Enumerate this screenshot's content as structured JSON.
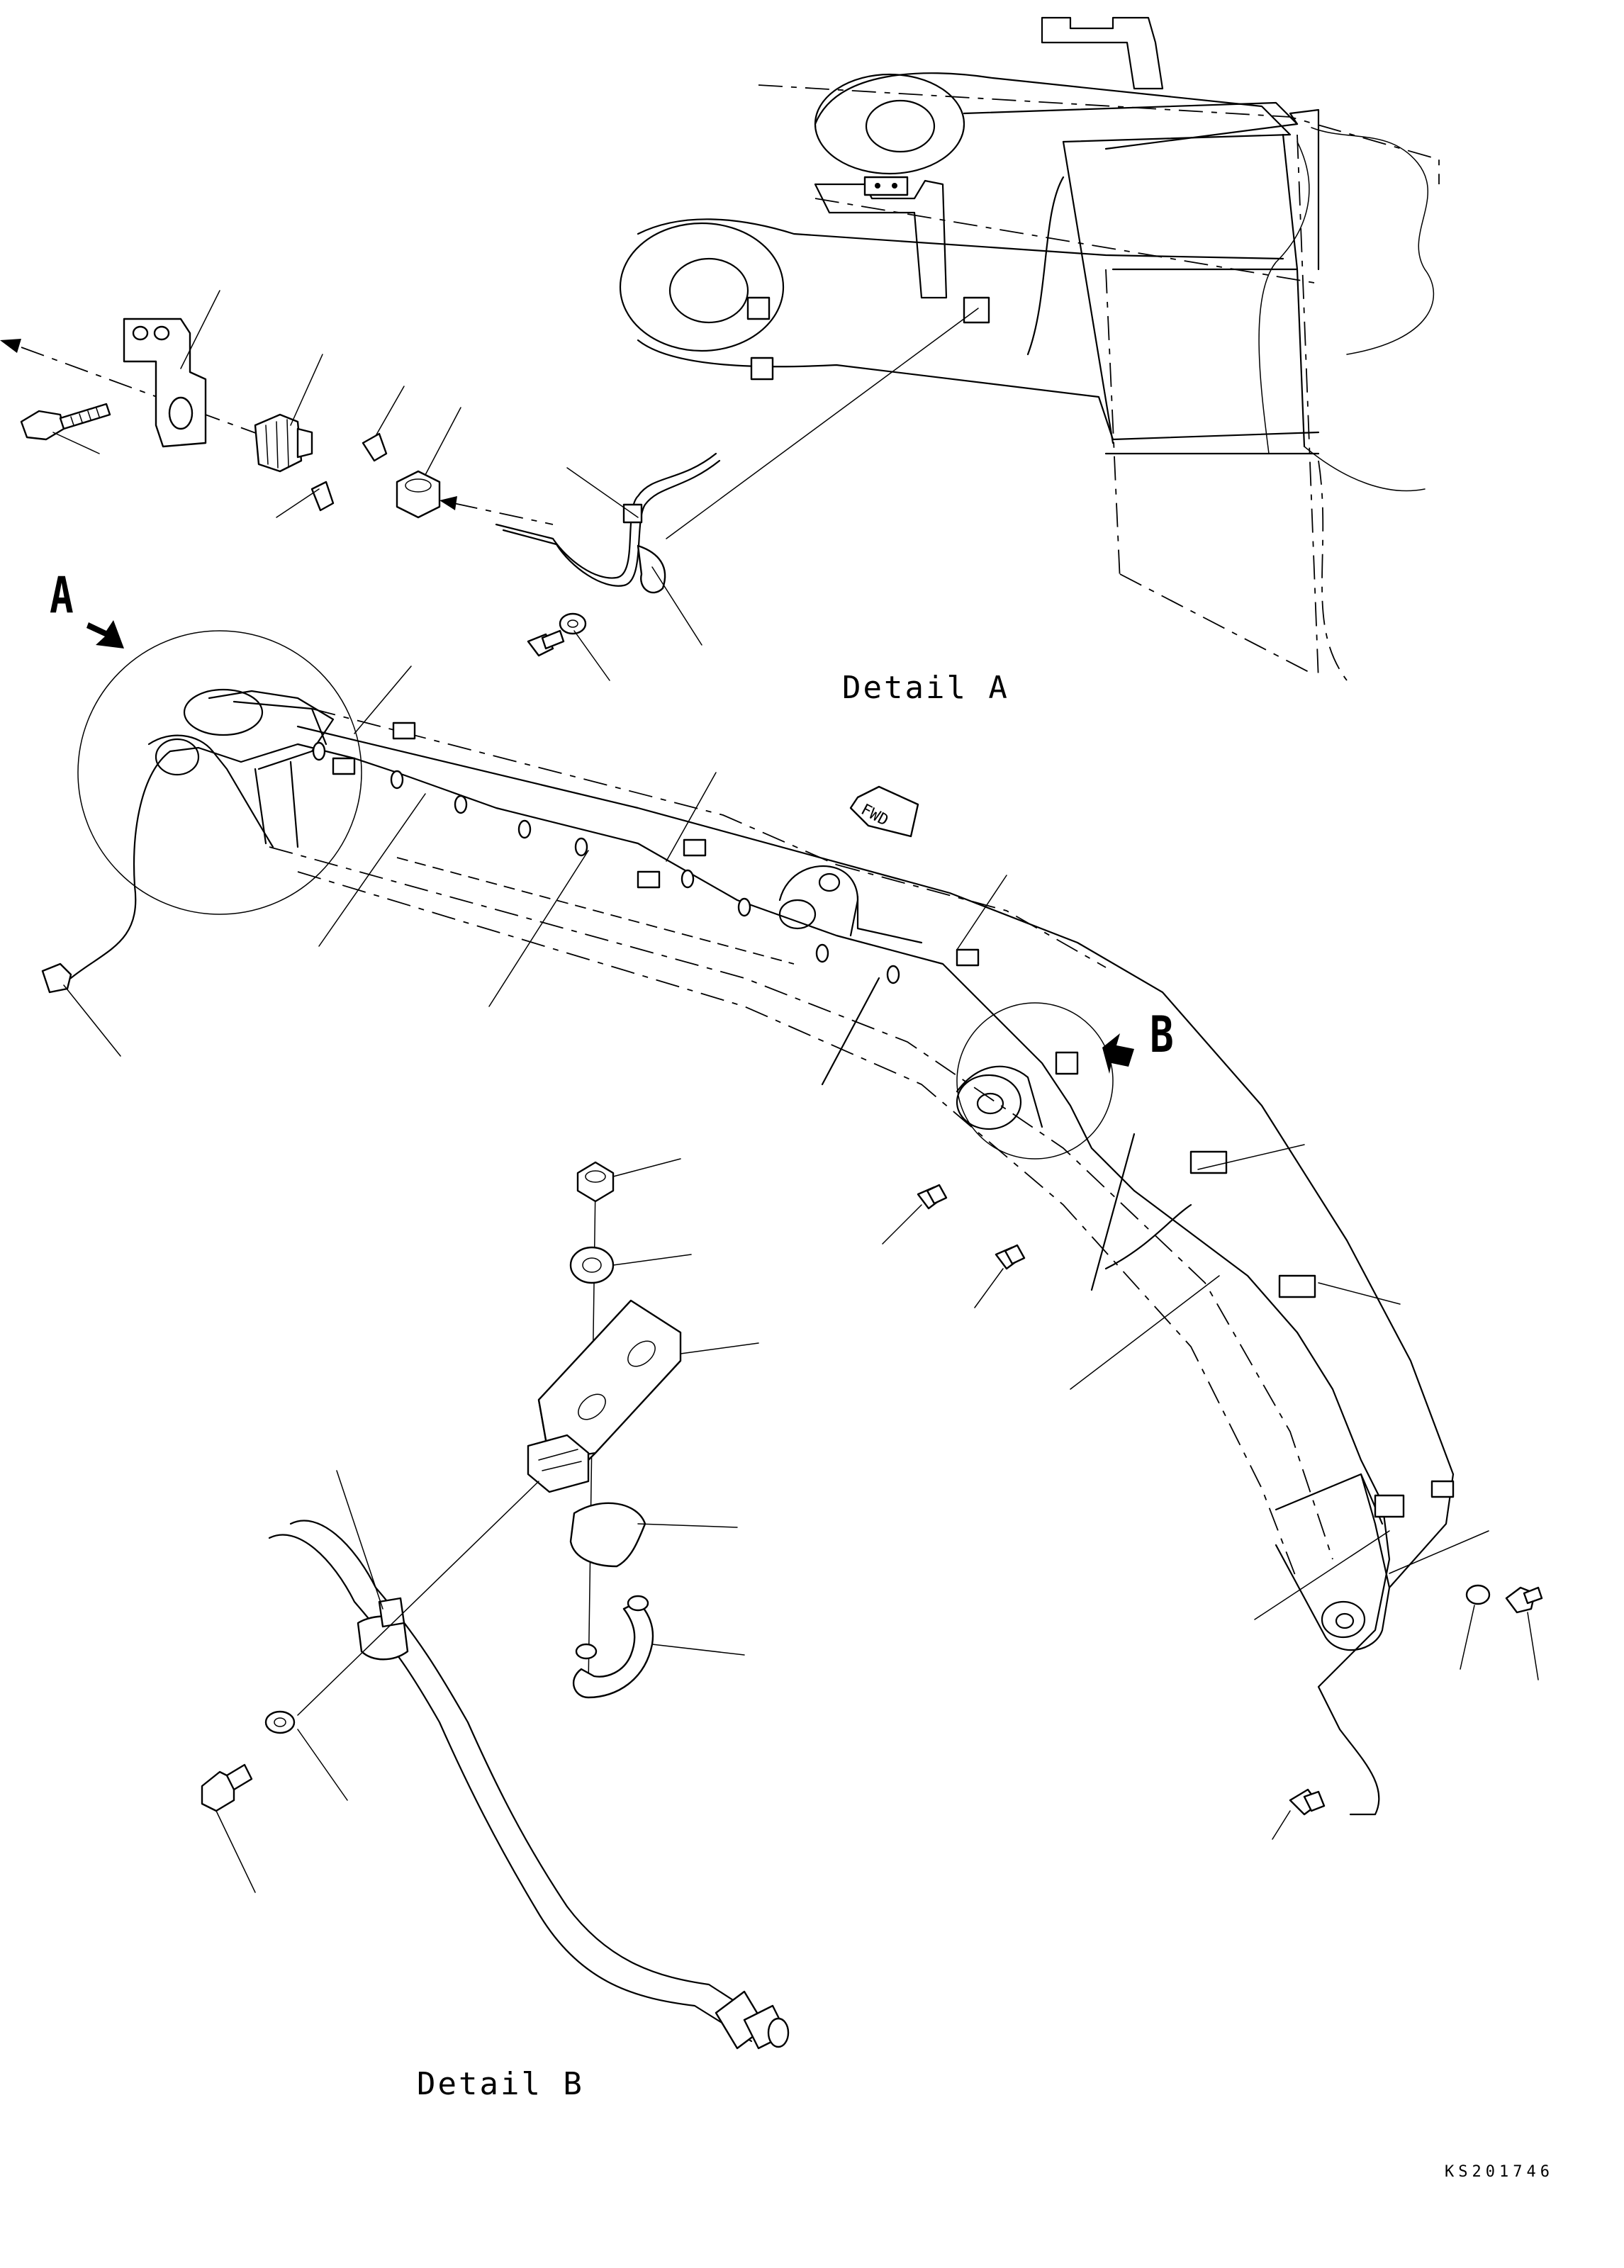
{
  "labels": {
    "callout_a": "A",
    "callout_b": "B",
    "detail_a": "Detail A",
    "detail_b": "Detail B",
    "fwd": "FWD",
    "drawing_code": "KS201746"
  }
}
